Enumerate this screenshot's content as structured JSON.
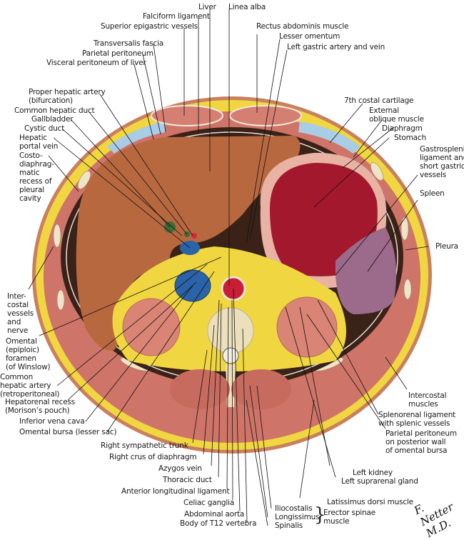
{
  "figure": {
    "title": "Cross section of abdomen at T12 level",
    "signature": "F. Netter M.D."
  },
  "labels": {
    "liver": "Liver",
    "linea_alba": "Linea alba",
    "falciform_ligament": "Falciform ligament",
    "superior_epigastric_vessels": "Superior epigastric vessels",
    "rectus_abdominis": "Rectus abdominis muscle",
    "lesser_omentum": "Lesser omentum",
    "left_gastric": "Left gastric artery and vein",
    "transversalis_fascia": "Transversalis fascia",
    "parietal_peritoneum": "Parietal peritoneum",
    "visceral_peritoneum": "Visceral peritoneum of liver",
    "proper_hepatic_artery": "Proper hepatic artery\n(bifurcation)",
    "common_hepatic_duct": "Common hepatic duct",
    "gallbladder": "Gallbladder",
    "cystic_duct": "Cystic duct",
    "hepatic_portal_vein": "Hepatic\nportal vein",
    "costodiaphragmatic_recess": "Costo-\ndiaphrag-\nmatic\nrecess of\npleural\ncavity",
    "seventh_costal_cartilage": "7th costal cartilage",
    "external_oblique": "External\noblique muscle",
    "diaphragm": "Diaphragm",
    "stomach": "Stomach",
    "gastrosplenic_ligament": "Gastrosplenic\nligament and\nshort gastric\nvessels",
    "spleen": "Spleen",
    "pleura": "Pleura",
    "intercostal_vessels": "Inter-\ncostal\nvessels\nand\nnerve",
    "omental_foramen": "Omental\n(epiploic)\nforamen\n(of Winslow)",
    "common_hepatic_artery": "Common\nhepatic artery\n(retroperitoneal)",
    "hepatorenal_recess": "Hepatorenal recess\n(Morison’s pouch)",
    "inferior_vena_cava": "Inferior vena cava",
    "omental_bursa": "Omental bursa (lesser sac)",
    "intercostal_muscles": "Intercostal\nmuscles",
    "splenorenal_ligament": "Splenorenal ligament\nwith splenic vessels",
    "parietal_peritoneum_posterior": "Parietal peritoneum\non posterior wall\nof omental bursa",
    "right_sympathetic_trunk": "Right sympathetic trunk",
    "right_crus": "Right crus of diaphragm",
    "azygos_vein": "Azygos vein",
    "thoracic_duct": "Thoracic duct",
    "anterior_longitudinal_ligament": "Anterior longitudinal ligament",
    "celiac_ganglia": "Celiac ganglia",
    "abdominal_aorta": "Abdominal aorta",
    "body_t12": "Body of T12 vertebra",
    "left_kidney": "Left kidney",
    "left_suprarenal": "Left suprarenal gland",
    "latissimus_dorsi": "Latissimus dorsi muscle",
    "iliocostalis": "Iliocostalis",
    "longissimus": "Longissimus",
    "spinalis": "Spinalis",
    "erector_spinae": "Erector spinae\nmuscle"
  },
  "colors": {
    "skin": "#c9805e",
    "fat": "#f0d640",
    "muscle": "#cf7468",
    "liver": "#b8683f",
    "cavity": "#3b2218",
    "stomach_wall": "#e8b2a4",
    "stomach_lumen": "#a3182c",
    "spleen": "#9c6a8a",
    "ivc": "#2a63a8",
    "aorta": "#c81e36",
    "bone": "#ece0bc",
    "kidney": "#d98474",
    "cartilage": "#a9cde6"
  }
}
